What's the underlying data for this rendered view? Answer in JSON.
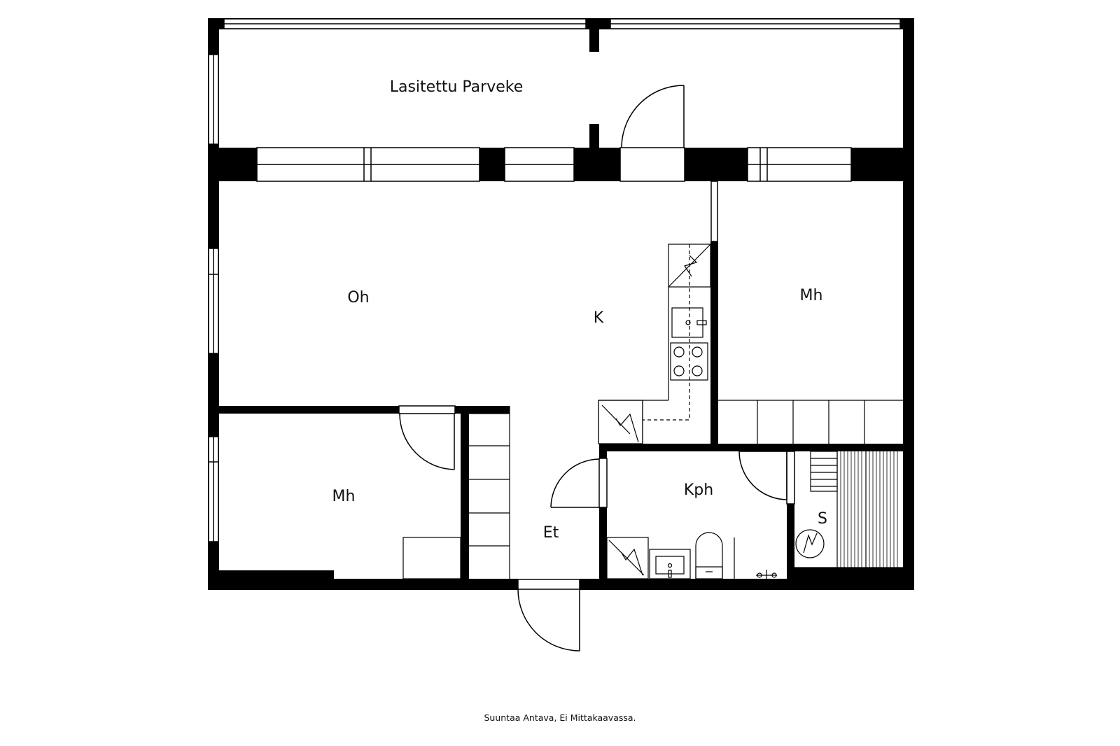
{
  "rooms": {
    "balcony": "Lasitettu Parveke",
    "living_room": "Oh",
    "kitchen": "K",
    "bedroom_right": "Mh",
    "bedroom_left": "Mh",
    "hall": "Et",
    "bathroom": "Kph",
    "sauna": "S"
  },
  "footer": {
    "note": "Suuntaa Antava, Ei Mittakaavassa."
  }
}
